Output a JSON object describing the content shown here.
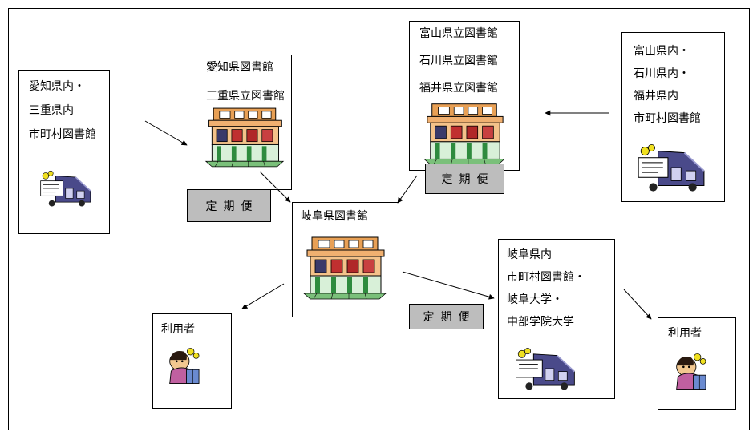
{
  "boxes": {
    "aichi_mie_municipal": [
      "愛知県内・",
      "三重県内",
      "市町村図書館"
    ],
    "aichi_mie_prefectural": [
      "愛知県図書館",
      "三重県立図書館"
    ],
    "hokuriku_prefectural": [
      "富山県立図書館",
      "石川県立図書館",
      "福井県立図書館"
    ],
    "hokuriku_municipal": [
      "富山県内・",
      "石川県内・",
      "福井県内",
      "市町村図書館"
    ],
    "gifu_prefectural": [
      "岐阜県図書館"
    ],
    "gifu_municipal": [
      "岐阜県内",
      "市町村図書館・",
      "岐阜大学・",
      "中部学院大学"
    ],
    "user_left": [
      "利用者"
    ],
    "user_right": [
      "利用者"
    ]
  },
  "tags": {
    "left": "定期便",
    "top": "定期便",
    "bottom": "定期便"
  },
  "icons": [
    "library-building-icon",
    "bookmobile-icon",
    "reader-person-icon"
  ]
}
